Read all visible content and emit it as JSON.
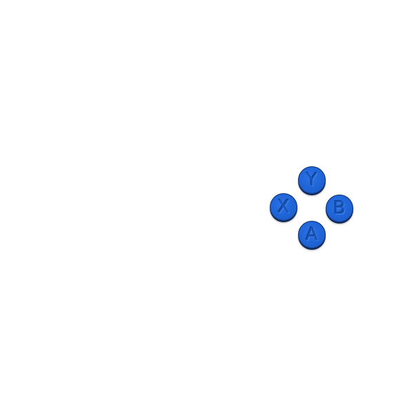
{
  "controller": {
    "face_buttons": {
      "y": {
        "label": "Y"
      },
      "x": {
        "label": "X"
      },
      "b": {
        "label": "B"
      },
      "a": {
        "label": "A"
      }
    }
  },
  "colors": {
    "background": "#ffffff",
    "button_fill": "#1f64d6",
    "button_outline": "#0d2c6a"
  }
}
